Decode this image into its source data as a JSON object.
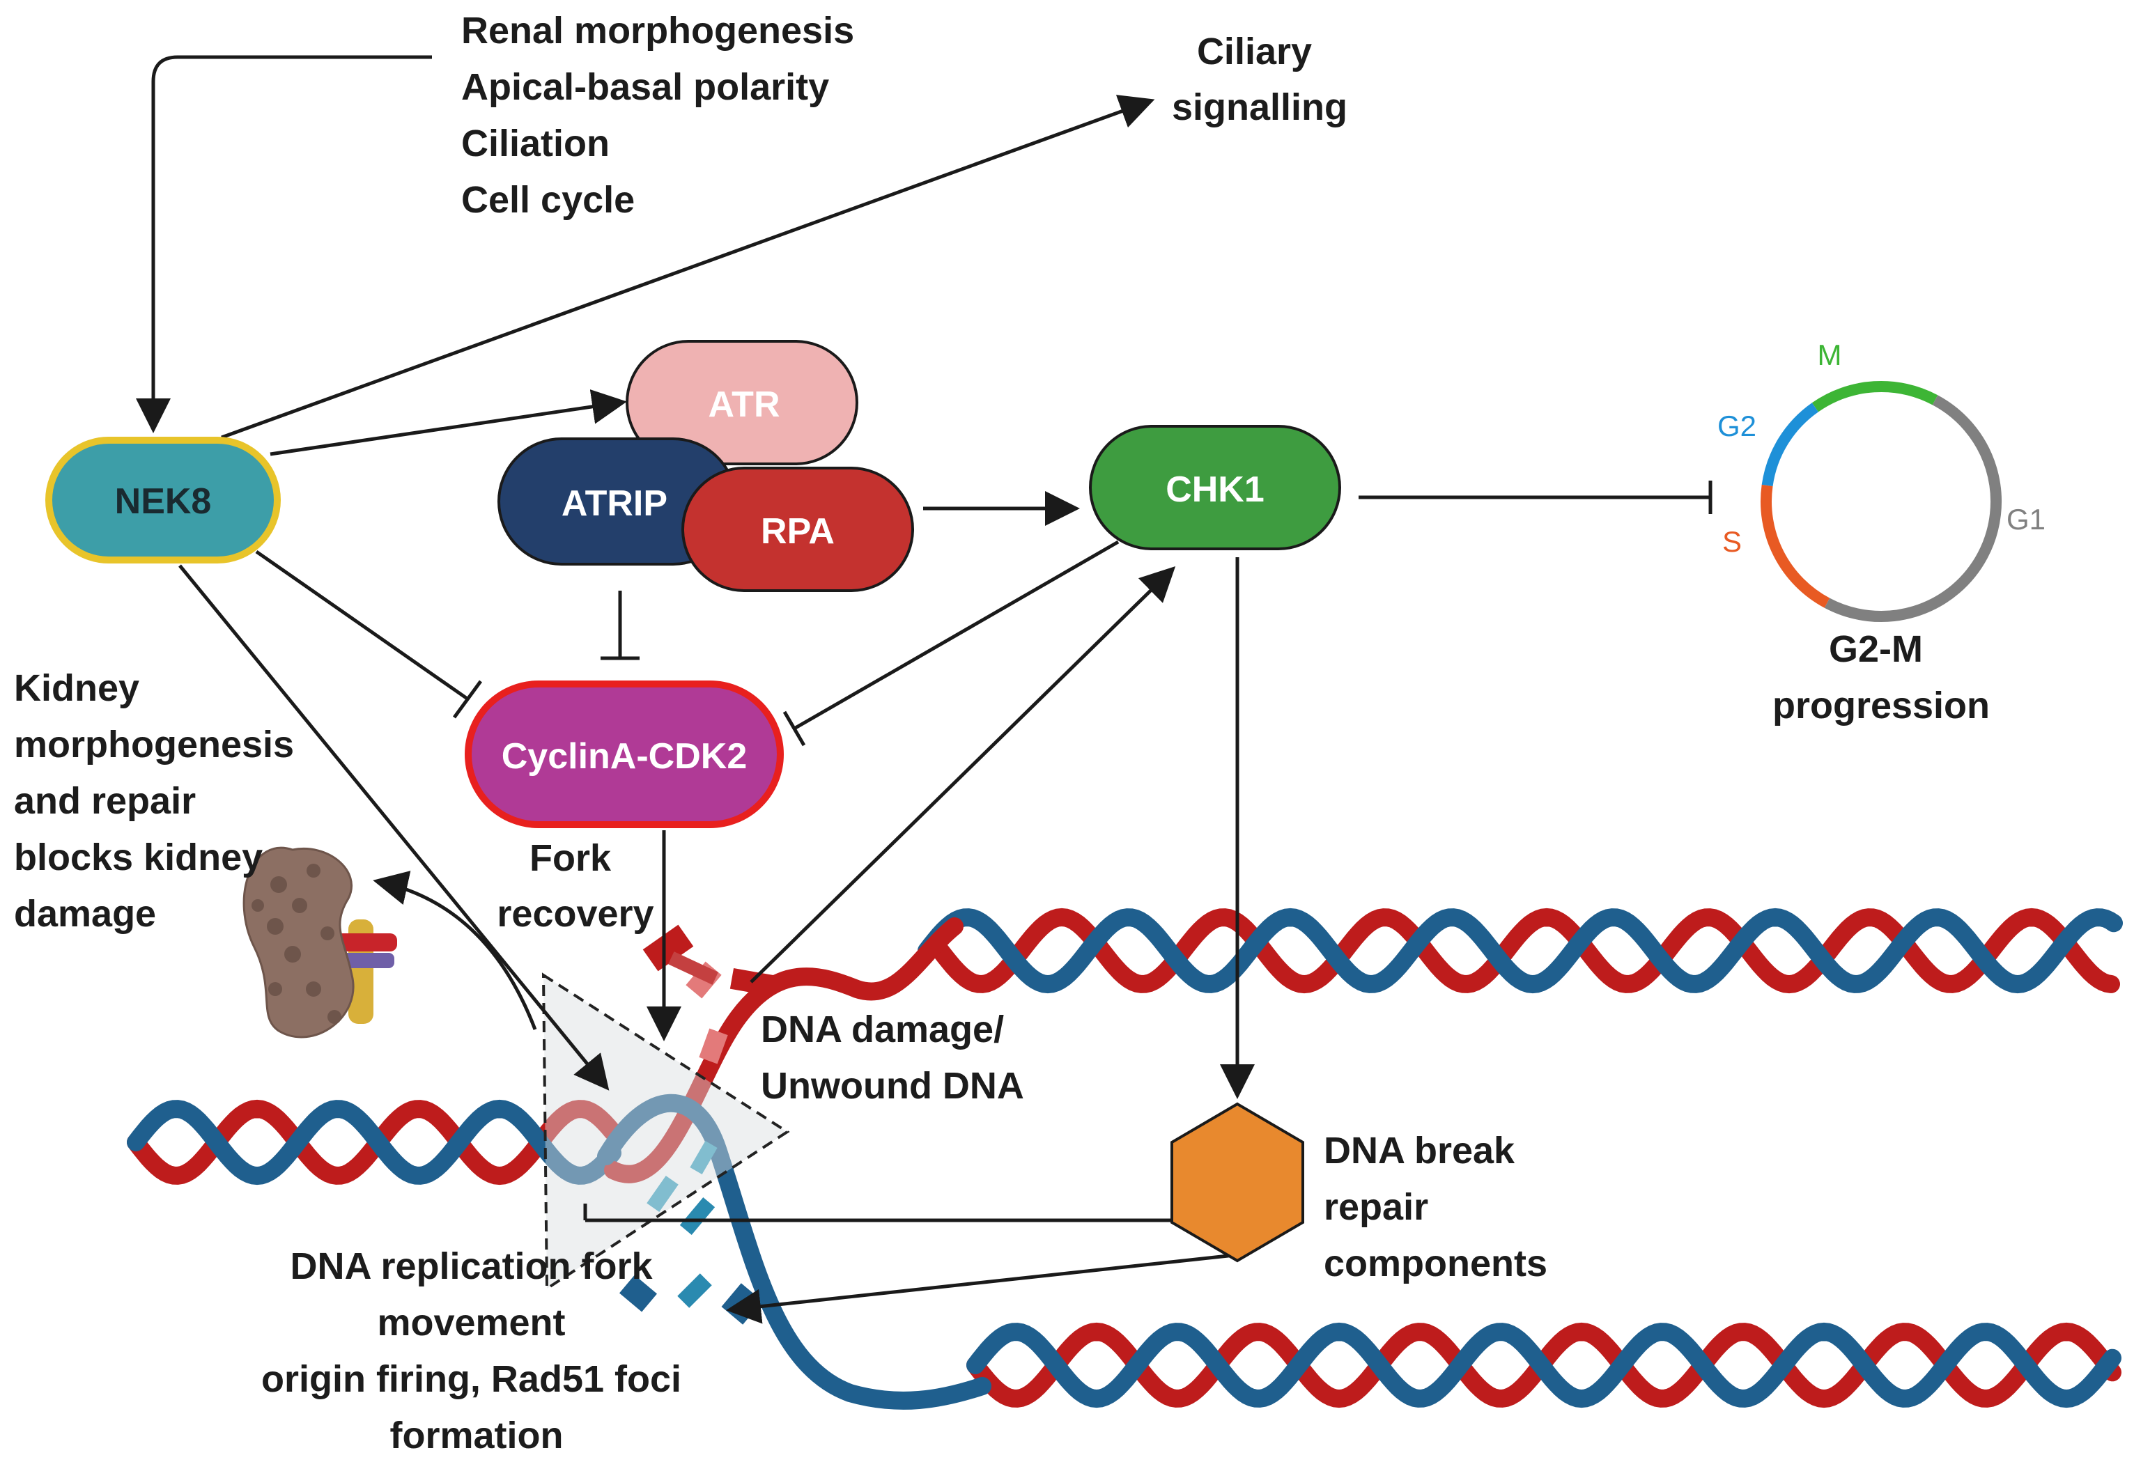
{
  "nodes": {
    "nek8": "NEK8",
    "atr": "ATR",
    "atrip": "ATRIP",
    "rpa": "RPA",
    "chk1": "CHK1",
    "cyclina_cdk2": "CyclinA-CDK2"
  },
  "labels": {
    "nek8_functions": [
      "Renal morphogenesis",
      "Apical-basal polarity",
      "Ciliation",
      "Cell cycle"
    ],
    "ciliary": [
      "Ciliary",
      "signalling"
    ],
    "kidney": [
      "Kidney",
      "morphogenesis",
      "and repair",
      "blocks kidney",
      "damage"
    ],
    "fork_recovery": [
      "Fork",
      "recovery"
    ],
    "dna_damage": [
      "DNA damage/",
      "Unwound DNA"
    ],
    "dna_repair": [
      "DNA break",
      "repair",
      "components"
    ],
    "replication": [
      "DNA replication fork",
      "movement",
      "origin firing, Rad51 foci",
      "formation"
    ],
    "g2m": [
      "G2-M",
      "progression"
    ]
  },
  "cell_cycle": {
    "phases": [
      {
        "name": "M",
        "color": "#3db535"
      },
      {
        "name": "G2",
        "color": "#1e90d8"
      },
      {
        "name": "S",
        "color": "#e85a23"
      },
      {
        "name": "G1",
        "color": "#808080"
      }
    ]
  },
  "colors": {
    "nek8_fill": "#3d9ea8",
    "nek8_border": "#e8c42a",
    "atr_fill": "#efb2b2",
    "atrip_fill": "#233f6b",
    "rpa_fill": "#c4322f",
    "chk1_fill": "#3e9c40",
    "cdk2_fill": "#b03a96",
    "cdk2_border": "#e8201e",
    "hexagon_fill": "#e8892e",
    "dna_red": "#be1c1c",
    "dna_blue": "#1f5f8e"
  }
}
